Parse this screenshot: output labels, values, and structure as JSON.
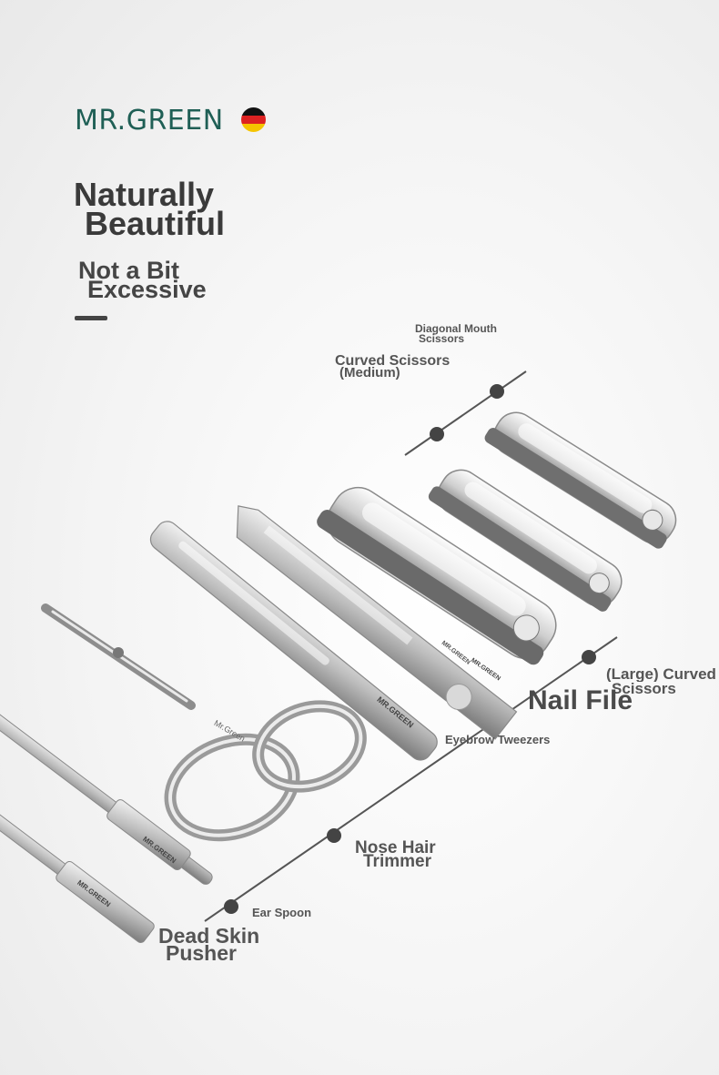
{
  "brand": {
    "logo_text": "MR.GREEN",
    "logo_color": "#1f5f55",
    "flag_colors": [
      "#111111",
      "#dd2222",
      "#f5c400"
    ]
  },
  "headline": {
    "line1": "Naturally",
    "line2": "Beautiful",
    "sub1": "Not a Bit",
    "sub2": "Excessive"
  },
  "labels": {
    "diagonal_mouth_1": "Diagonal Mouth",
    "diagonal_mouth_2": "Scissors",
    "curved_medium_1": "Curved Scissors",
    "curved_medium_2": "(Medium)",
    "curved_large_1": "(Large) Curved",
    "curved_large_2": "Scissors",
    "nail_file": "Nail File",
    "eyebrow_tweezers": "Eyebrow Tweezers",
    "nose_hair_1": "Nose Hair",
    "nose_hair_2": "Trimmer",
    "ear_spoon": "Ear Spoon",
    "dead_skin_1": "Dead Skin",
    "dead_skin_2": "Pusher"
  },
  "engravings": {
    "clipper": "MR.GREEN",
    "file": "MR.GREEN",
    "tweezers": "MR.GREEN",
    "scissors": "Mr.Green",
    "pusher": "MR.GREEN",
    "spoon": "MR.GREEN"
  }
}
